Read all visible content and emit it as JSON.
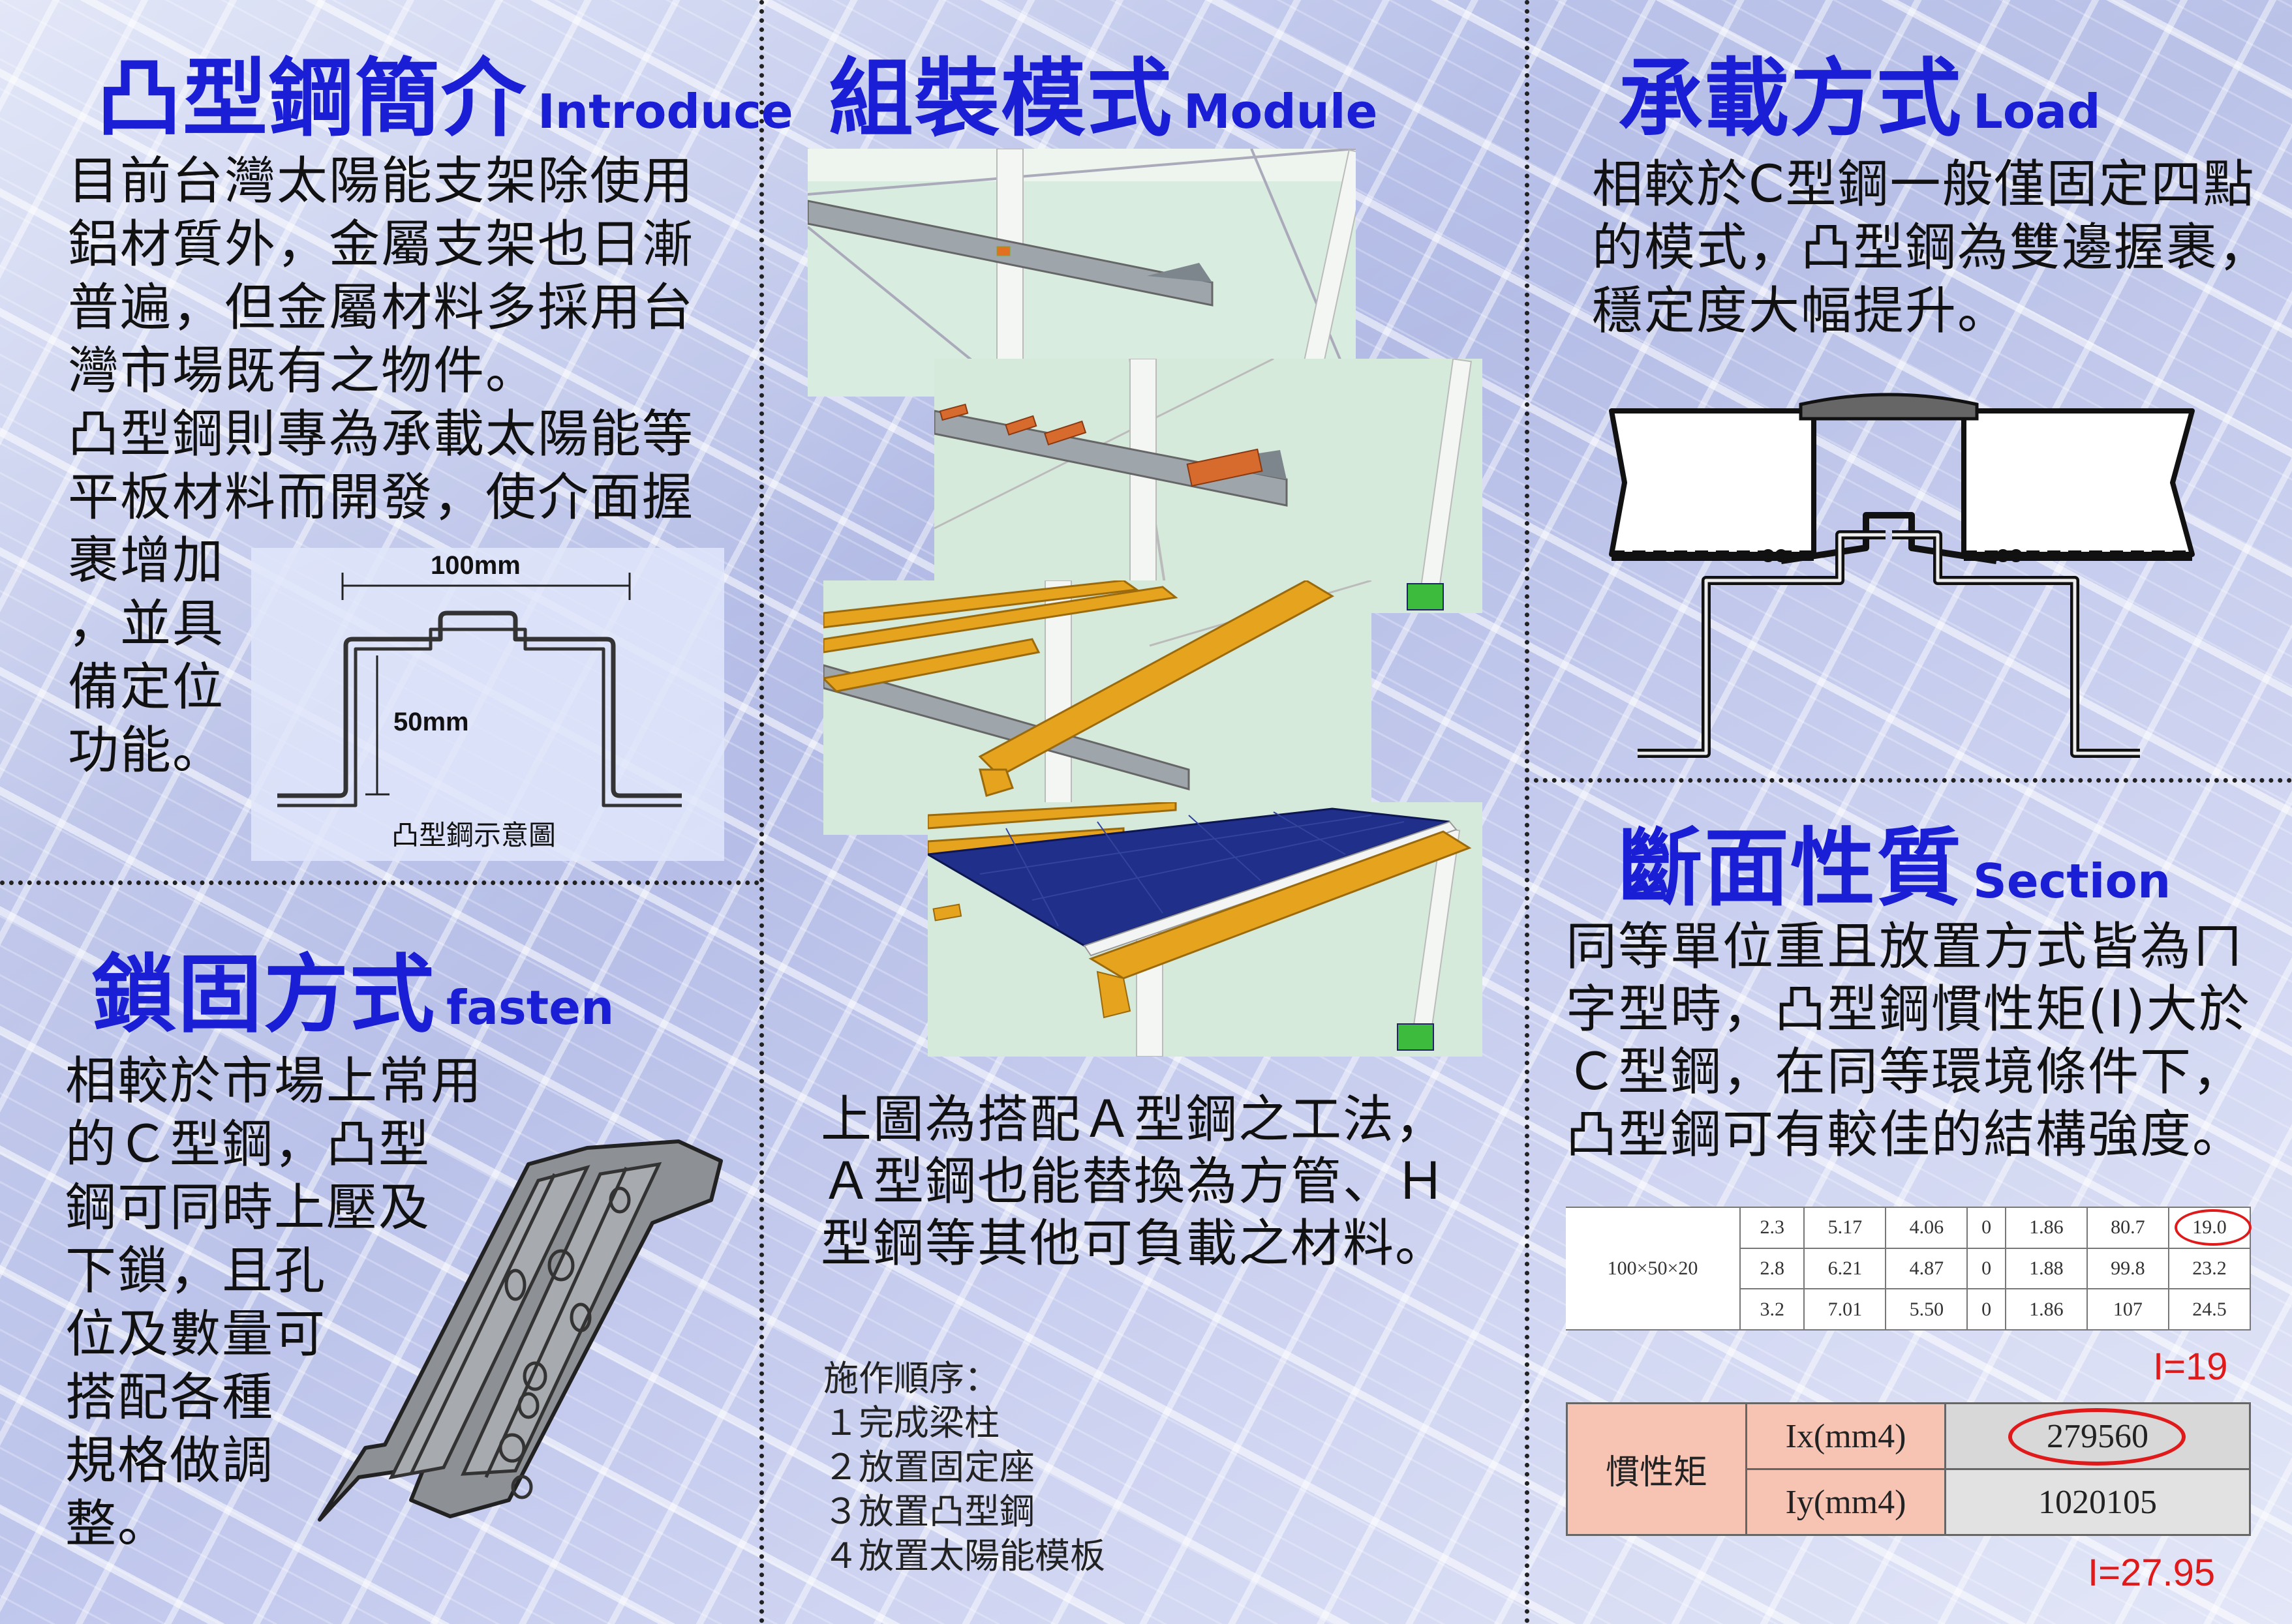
{
  "intro": {
    "title_zh": "凸型鋼簡介",
    "title_en": "Introduce",
    "lines": [
      "目前台灣太陽能支架除使用",
      "鋁材質外，金屬支架也日漸",
      "普遍，但金屬材料多採用台",
      "灣市場既有之物件。",
      "凸型鋼則專為承載太陽能等",
      "平板材料而開發，使介面握",
      "裹增加",
      "，並具",
      "備定位",
      "功能。"
    ],
    "diagram": {
      "width_label": "100mm",
      "height_label": "50mm",
      "caption": "凸型鋼示意圖"
    }
  },
  "fasten": {
    "title_zh": "鎖固方式",
    "title_en": "fasten",
    "lines": [
      "相較於市場上常用",
      "的Ｃ型鋼，凸型",
      "鋼可同時上壓及",
      "下鎖，且孔",
      "位及數量可",
      "搭配各種",
      "規格做調",
      "整。"
    ]
  },
  "module": {
    "title_zh": "組裝模式",
    "title_en": "Module",
    "lines": [
      "上圖為搭配Ａ型鋼之工法，",
      "Ａ型鋼也能替換為方管、Ｈ",
      "型鋼等其他可負載之材料。"
    ],
    "steps_heading": "施作順序：",
    "steps": [
      "１完成梁柱",
      "２放置固定座",
      "３放置凸型鋼",
      "４放置太陽能模板"
    ]
  },
  "load": {
    "title_zh": "承載方式",
    "title_en": "Load",
    "lines": [
      "相較於C型鋼一般僅固定四點",
      "的模式，凸型鋼為雙邊握裹，",
      "穩定度大幅提升。"
    ]
  },
  "section": {
    "title_zh": "斷面性質",
    "title_en": "Section",
    "lines": [
      "同等單位重且放置方式皆為ㄇ",
      "字型時，凸型鋼慣性矩(I)大於",
      "Ｃ型鋼，在同等環境條件下，",
      "凸型鋼可有較佳的結構強度。"
    ],
    "table": {
      "spec": "100×50×20",
      "rows": [
        [
          "2.3",
          "5.17",
          "4.06",
          "0",
          "1.86",
          "80.7",
          "19.0"
        ],
        [
          "2.8",
          "6.21",
          "4.87",
          "0",
          "1.88",
          "99.8",
          "23.2"
        ],
        [
          "3.2",
          "7.01",
          "5.50",
          "0",
          "1.86",
          "107",
          "24.5"
        ]
      ]
    },
    "i_note_1": "I=19",
    "inertia": {
      "label": "慣性矩",
      "ix_label": "Ix(mm4)",
      "iy_label": "Iy(mm4)",
      "ix_value": "279560",
      "iy_value": "1020105"
    },
    "i_note_2": "I=27.95"
  },
  "colors": {
    "title": "#1a1fd6",
    "steel": "#808890",
    "rail": "#e0a11a",
    "panel": "#1f2f8a",
    "highlight": "#e01a1a"
  }
}
